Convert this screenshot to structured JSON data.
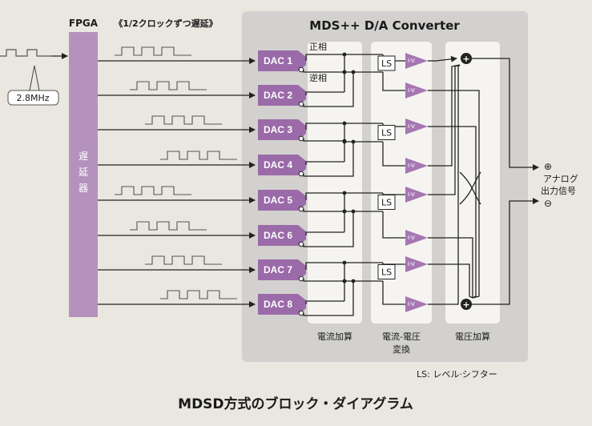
{
  "title": "MDSD方式のブロック・ダイアグラム",
  "converter_title": "MDS++ D/A Converter",
  "fpga_label": "FPGA",
  "delay_note": "《1/2クロックずつ遅延》",
  "delay_block_label": [
    "遅",
    "延",
    "器"
  ],
  "clock_label": "2.8MHz",
  "polarity": {
    "positive": "正相",
    "negative": "逆相"
  },
  "dacs": [
    "DAC 1",
    "DAC 2",
    "DAC 3",
    "DAC 4",
    "DAC 5",
    "DAC 6",
    "DAC 7",
    "DAC 8"
  ],
  "iv_label": "I-V",
  "ls_label": "LS",
  "stage_labels": {
    "current_sum": "電流加算",
    "iv_convert_1": "電流-電圧",
    "iv_convert_2": "変換",
    "voltage_sum": "電圧加算"
  },
  "output": {
    "line1": "アナログ",
    "line2": "出力信号"
  },
  "legend": "LS: レベル·シフター",
  "symbols": {
    "plus": "⊕",
    "minus": "⊖",
    "sum": "+"
  },
  "colors": {
    "background": "#e9e7df",
    "panel": "#d2d1cf",
    "column": "#f5f4f1",
    "fpga": "#b592bd",
    "dac": "#9b6aa8",
    "iv": "#a677b2",
    "line": "#222222"
  }
}
